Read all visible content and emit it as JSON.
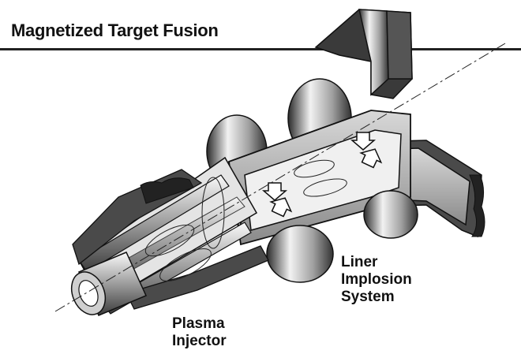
{
  "title": "Magnetized Target Fusion",
  "labels": {
    "liner": [
      "Liner",
      "Implosion",
      "System"
    ],
    "injector": [
      "Plasma",
      "Injector"
    ]
  },
  "colors": {
    "text": "#111111",
    "rule": "#222222",
    "metal_light": "#e8e8e8",
    "metal_mid": "#9a9a9a",
    "metal_dark": "#3a3a3a"
  }
}
